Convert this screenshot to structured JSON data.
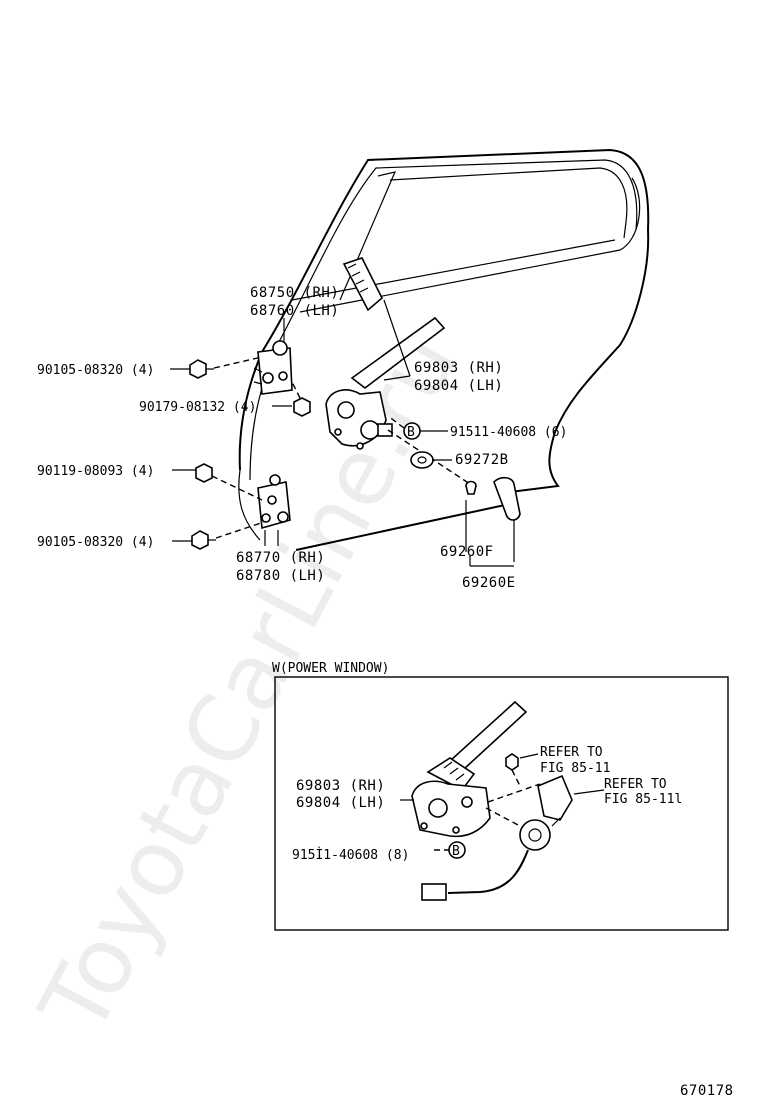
{
  "watermark": "ToyotaCarLine.ru",
  "figure_number": "670178",
  "labels": {
    "p68750": "68750 (RH)",
    "p68760": "68760 (LH)",
    "p69803_top": "69803 (RH)",
    "p69804_top": "69804 (LH)",
    "b90105_top": "90105-08320 (4)",
    "b90179": "90179-08132 (4)",
    "b91511_top": "91511-40608 (6)",
    "p69272B": "69272B",
    "b90119": "90119-08093 (4)",
    "b90105_bottom": "90105-08320 (4)",
    "p68770": "68770 (RH)",
    "p68780": "68780 (LH)",
    "p69260F": "69260F",
    "p69260E": "69260E",
    "b91511_inset": "915Ì1-40608 (8)"
  },
  "callout_symbol": "B",
  "inset": {
    "title": "W(POWER WINDOW)",
    "p69803": "69803 (RH)",
    "p69804": "69804 (LH)",
    "refer1_line1": "REFER TO",
    "refer1_line2": "FIG 85-11",
    "refer2_line1": "REFER TO",
    "refer2_line2": "FIG 85-11l"
  }
}
